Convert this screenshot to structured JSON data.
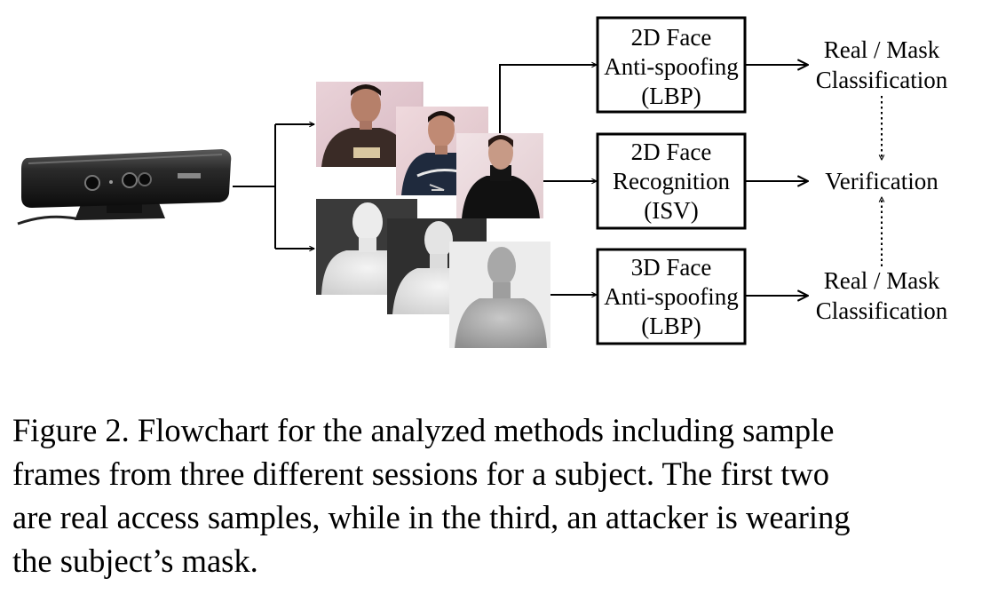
{
  "boxes": [
    {
      "lines": [
        "2D Face",
        "Anti-spoofing",
        "(LBP)"
      ]
    },
    {
      "lines": [
        "2D Face",
        "Recognition",
        "(ISV)"
      ]
    },
    {
      "lines": [
        "3D Face",
        "Anti-spoofing",
        "(LBP)"
      ]
    }
  ],
  "outputs": [
    {
      "lines": [
        "Real / Mask",
        "Classification"
      ]
    },
    {
      "lines": [
        "Verification"
      ]
    },
    {
      "lines": [
        "Real / Mask",
        "Classification"
      ]
    }
  ],
  "caption": {
    "lines": [
      "Figure 2. Flowchart for the analyzed methods including sample",
      "frames from three different sessions for a subject.  The first two",
      "are real access samples, while in the third, an attacker is wearing",
      "the subject’s mask."
    ]
  },
  "images": {
    "sensor_icon": "kinect-sensor",
    "color_frames": [
      "real-access-frame-1",
      "real-access-frame-2",
      "mask-attack-frame"
    ],
    "depth_frames": [
      "depth-frame-1",
      "depth-frame-2",
      "depth-frame-3"
    ]
  },
  "colors": {
    "line": "#000000",
    "box_border": "#000000",
    "background": "#ffffff"
  }
}
